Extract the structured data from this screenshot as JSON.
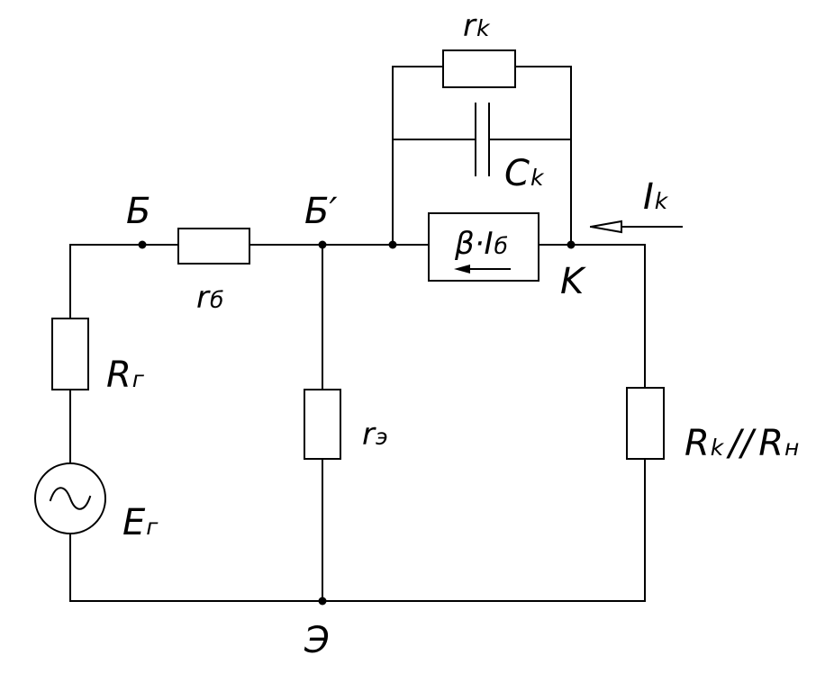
{
  "labels": {
    "node_base": "Б",
    "node_base_internal": "Б′",
    "node_collector": "K",
    "node_emitter": "Э",
    "r_base_main": "r",
    "r_base_sub": "б",
    "r_emitter_main": "r",
    "r_emitter_sub": "э",
    "r_collector_main": "r",
    "r_collector_sub": "k",
    "c_collector_main": "C",
    "c_collector_sub": "k",
    "r_gen_main": "R",
    "r_gen_sub": "г",
    "e_gen_main": "E",
    "e_gen_sub": "г",
    "current_main": "I",
    "current_sub": "k",
    "source_beta": "β·I",
    "source_sub": "б",
    "load_rk": "R",
    "load_rk_sub": "k",
    "load_parallel": "//",
    "load_rn": "R",
    "load_rn_sub": "н"
  },
  "colors": {
    "line": "#000000",
    "background": "#ffffff"
  },
  "icons": {
    "source": "ac-voltage-source-icon",
    "arrow": "current-arrow-icon"
  }
}
